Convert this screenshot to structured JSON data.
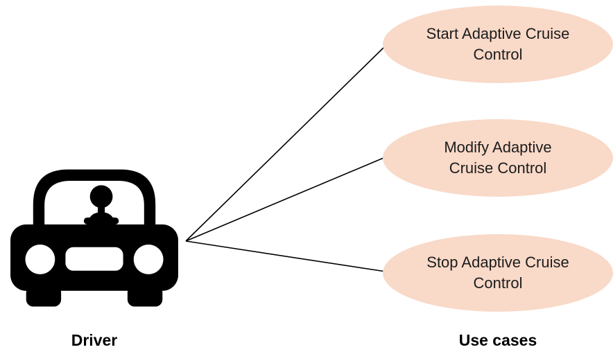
{
  "diagram": {
    "actor": {
      "label": "Driver",
      "icon": "car-icon"
    },
    "usecases": [
      {
        "label": "Start Adaptive Cruise Control"
      },
      {
        "label": "Modify Adaptive Cruise Control"
      },
      {
        "label": "Stop Adaptive Cruise Control"
      }
    ],
    "group_label": "Use cases",
    "colors": {
      "ellipse_fill": "#f9d9c8",
      "connector": "#000000",
      "actor_icon": "#000000",
      "background": "#ffffff"
    }
  }
}
